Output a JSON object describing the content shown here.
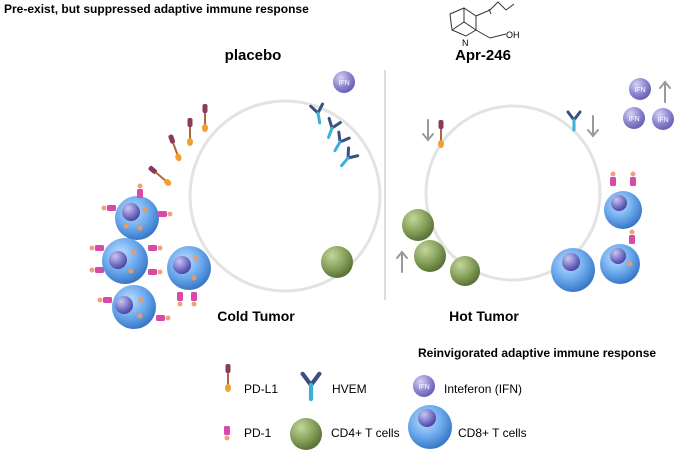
{
  "header": {
    "caption": "Pre-exist, but suppressed adaptive immune response"
  },
  "left_panel": {
    "title": "placebo",
    "label": "Cold Tumor"
  },
  "right_panel": {
    "title": "Apr-246",
    "label": "Hot Tumor",
    "caption": "Reinvigorated adaptive immune response",
    "molecule_atoms": {
      "nitrogen": "N",
      "hydroxyl": "OH"
    }
  },
  "cytokine": {
    "short": "IFN"
  },
  "legend": {
    "items": [
      {
        "icon": "pd-l1-icon",
        "label": "PD-L1"
      },
      {
        "icon": "hvem-icon",
        "label": "HVEM"
      },
      {
        "icon": "ifn-icon",
        "label": "Inteferon (IFN)"
      },
      {
        "icon": "pd-1-icon",
        "label": "PD-1"
      },
      {
        "icon": "cd4-t-cell-icon",
        "label": "CD4+ T cells"
      },
      {
        "icon": "cd8-t-cell-icon",
        "label": "CD8+ T cells"
      }
    ]
  },
  "colors": {
    "tumor_outline": "#e3e3e3",
    "pd_l1_stem": "#b4633c",
    "pd_l1_tip": "#f0a030",
    "pd_l1_head": "#8a3a5a",
    "pd_1": "#d84aa8",
    "hvem_dark": "#3a5080",
    "hvem_light": "#3ab0d8",
    "cd4": "#7a9450",
    "cd8": "#5b9be0",
    "ifn": "#8880c8",
    "arrow": "#999999"
  }
}
